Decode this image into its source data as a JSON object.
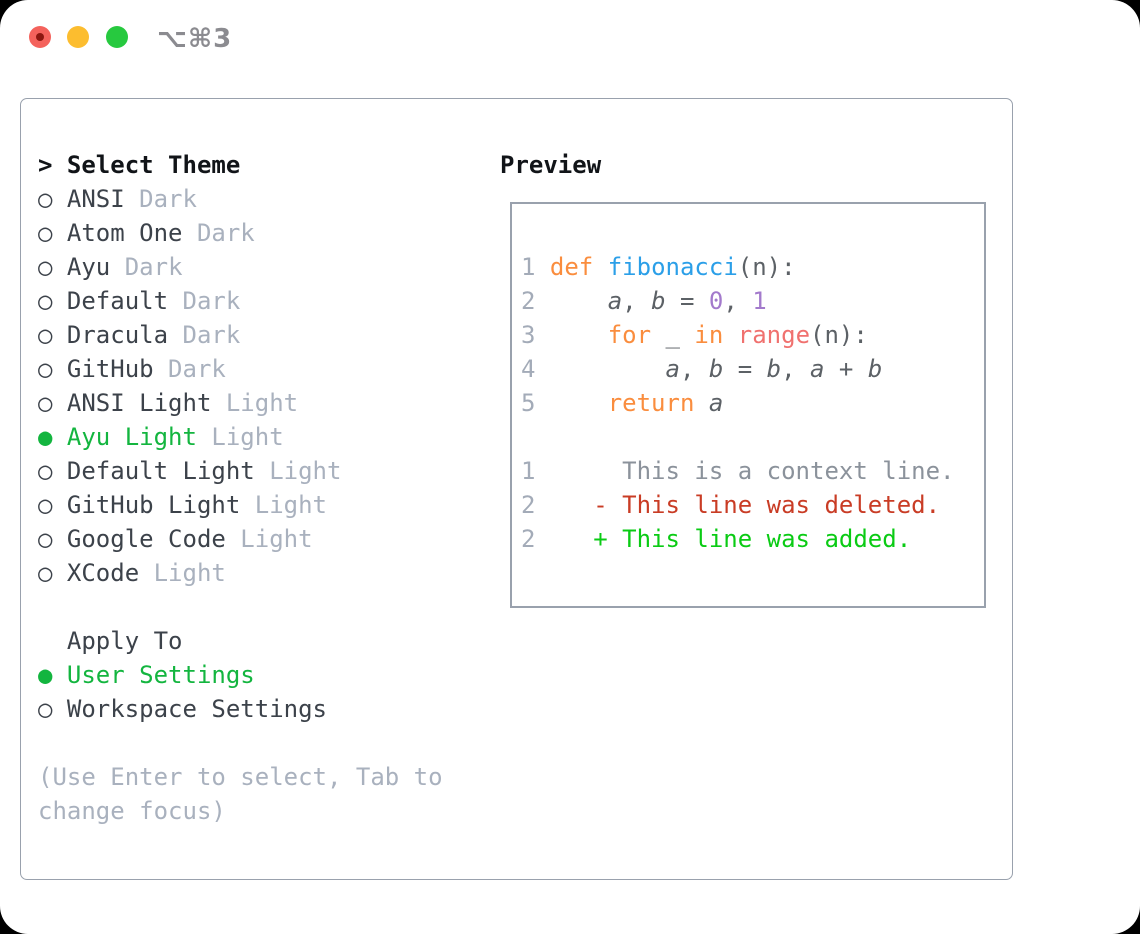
{
  "titlebar": {
    "shortcut": "⌥⌘3"
  },
  "colors": {
    "selection_green": "#13b53f",
    "diff_added_green": "#0acb14",
    "diff_deleted_red": "#c93c25",
    "keyword_orange": "#fa8d3e",
    "function_blue": "#2b9fe8",
    "number_purple": "#a37acc",
    "builtin_coral": "#f0716f",
    "muted_gray": "#a9b1be",
    "border_gray": "#99a1ad",
    "traffic_red": "#f4625c",
    "traffic_yellow": "#fcbd2f",
    "traffic_green": "#27c93f"
  },
  "markers": {
    "prompt": "> ",
    "selected": "●",
    "unselected": "○"
  },
  "left_panel": {
    "header": {
      "prompt": "> ",
      "label": "Select Theme"
    },
    "themes": [
      {
        "name": "ANSI",
        "variant": "Dark",
        "selected": false
      },
      {
        "name": "Atom One",
        "variant": "Dark",
        "selected": false
      },
      {
        "name": "Ayu",
        "variant": "Dark",
        "selected": false
      },
      {
        "name": "Default",
        "variant": "Dark",
        "selected": false
      },
      {
        "name": "Dracula",
        "variant": "Dark",
        "selected": false
      },
      {
        "name": "GitHub",
        "variant": "Dark",
        "selected": false
      },
      {
        "name": "ANSI Light",
        "variant": "Light",
        "selected": false
      },
      {
        "name": "Ayu Light",
        "variant": "Light",
        "selected": true
      },
      {
        "name": "Default Light",
        "variant": "Light",
        "selected": false
      },
      {
        "name": "GitHub Light",
        "variant": "Light",
        "selected": false
      },
      {
        "name": "Google Code",
        "variant": "Light",
        "selected": false
      },
      {
        "name": "XCode",
        "variant": "Light",
        "selected": false
      }
    ],
    "apply_to": {
      "label": "Apply To",
      "options": [
        {
          "label": "User Settings",
          "selected": true
        },
        {
          "label": "Workspace Settings",
          "selected": false
        }
      ]
    },
    "hint": {
      "0": "(Use Enter to select, Tab to",
      "1": "change focus)"
    }
  },
  "preview": {
    "label": "Preview",
    "lines": [
      {
        "num": "1",
        "segments": [
          {
            "text": "def",
            "style": "kw"
          },
          {
            "text": " ",
            "style": "pl"
          },
          {
            "text": "fibonacci",
            "style": "fn"
          },
          {
            "text": "(n):",
            "style": "pl"
          }
        ]
      },
      {
        "num": "2",
        "segments": [
          {
            "text": "    ",
            "style": "pl"
          },
          {
            "text": "a",
            "style": "var"
          },
          {
            "text": ", ",
            "style": "pl"
          },
          {
            "text": "b",
            "style": "var"
          },
          {
            "text": " = ",
            "style": "pl"
          },
          {
            "text": "0",
            "style": "lit"
          },
          {
            "text": ", ",
            "style": "pl"
          },
          {
            "text": "1",
            "style": "lit"
          }
        ]
      },
      {
        "num": "3",
        "segments": [
          {
            "text": "    ",
            "style": "pl"
          },
          {
            "text": "for",
            "style": "kw"
          },
          {
            "text": " _ ",
            "style": "pl"
          },
          {
            "text": "in",
            "style": "kw"
          },
          {
            "text": " ",
            "style": "pl"
          },
          {
            "text": "range",
            "style": "coral"
          },
          {
            "text": "(n):",
            "style": "pl"
          }
        ]
      },
      {
        "num": "4",
        "segments": [
          {
            "text": "        ",
            "style": "pl"
          },
          {
            "text": "a",
            "style": "var"
          },
          {
            "text": ", ",
            "style": "pl"
          },
          {
            "text": "b",
            "style": "var"
          },
          {
            "text": " = ",
            "style": "pl"
          },
          {
            "text": "b",
            "style": "var"
          },
          {
            "text": ", ",
            "style": "pl"
          },
          {
            "text": "a",
            "style": "var"
          },
          {
            "text": " + ",
            "style": "pl"
          },
          {
            "text": "b",
            "style": "var"
          }
        ]
      },
      {
        "num": "5",
        "segments": [
          {
            "text": "    ",
            "style": "pl"
          },
          {
            "text": "return",
            "style": "kw"
          },
          {
            "text": " ",
            "style": "pl"
          },
          {
            "text": "a",
            "style": "var"
          }
        ]
      },
      {
        "num": "",
        "segments": []
      },
      {
        "num": "1",
        "segments": [
          {
            "text": "     This is a context line.",
            "style": "ctx"
          }
        ]
      },
      {
        "num": "2",
        "segments": [
          {
            "text": "   - This line was deleted.",
            "style": "del"
          }
        ]
      },
      {
        "num": "2",
        "segments": [
          {
            "text": "   + This line was added.",
            "style": "add"
          }
        ]
      }
    ]
  }
}
